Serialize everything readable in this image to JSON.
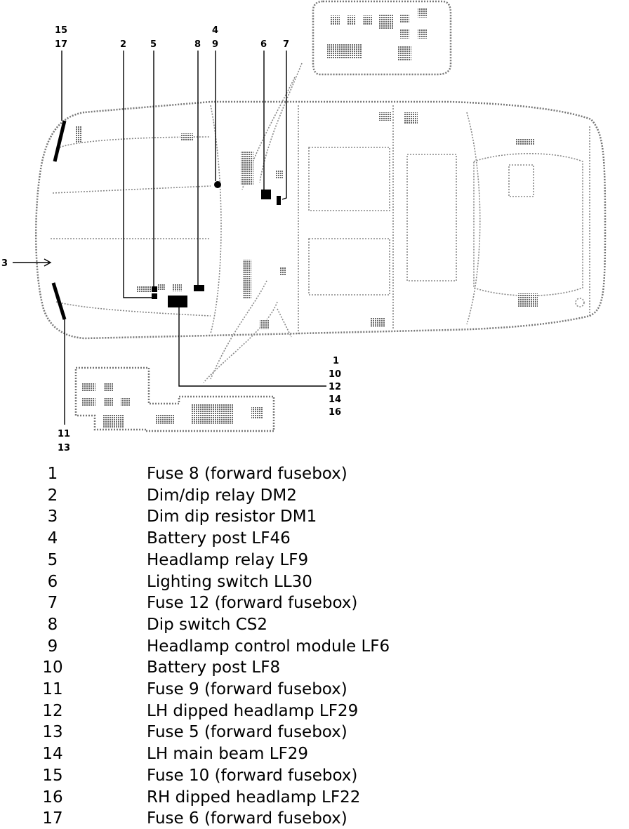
{
  "diagram": {
    "callouts": {
      "c15": "15",
      "c17": "17",
      "c2": "2",
      "c5": "5",
      "c8": "8",
      "c4": "4",
      "c9": "9",
      "c6": "6",
      "c7": "7",
      "c3": "3",
      "c11": "11",
      "c13": "13",
      "c1": "1",
      "c10": "10",
      "c12": "12",
      "c14": "14",
      "c16": "16"
    }
  },
  "legend": [
    {
      "num": "1",
      "text": "Fuse 8 (forward fusebox)"
    },
    {
      "num": "2",
      "text": "Dim/dip relay DM2"
    },
    {
      "num": "3",
      "text": "Dim dip resistor DM1"
    },
    {
      "num": "4",
      "text": "Battery post LF46"
    },
    {
      "num": "5",
      "text": "Headlamp relay LF9"
    },
    {
      "num": "6",
      "text": "Lighting switch LL30"
    },
    {
      "num": "7",
      "text": "Fuse 12 (forward fusebox)"
    },
    {
      "num": "8",
      "text": "Dip switch CS2"
    },
    {
      "num": "9",
      "text": "Headlamp control module LF6"
    },
    {
      "num": "10",
      "text": "Battery post LF8"
    },
    {
      "num": "11",
      "text": "Fuse 9 (forward fusebox)"
    },
    {
      "num": "12",
      "text": "LH dipped headlamp LF29"
    },
    {
      "num": "13",
      "text": "Fuse 5 (forward fusebox)"
    },
    {
      "num": "14",
      "text": "LH main beam LF29"
    },
    {
      "num": "15",
      "text": "Fuse 10 (forward fusebox)"
    },
    {
      "num": "16",
      "text": "RH dipped headlamp LF22"
    },
    {
      "num": "17",
      "text": "Fuse 6 (forward fusebox)"
    }
  ]
}
